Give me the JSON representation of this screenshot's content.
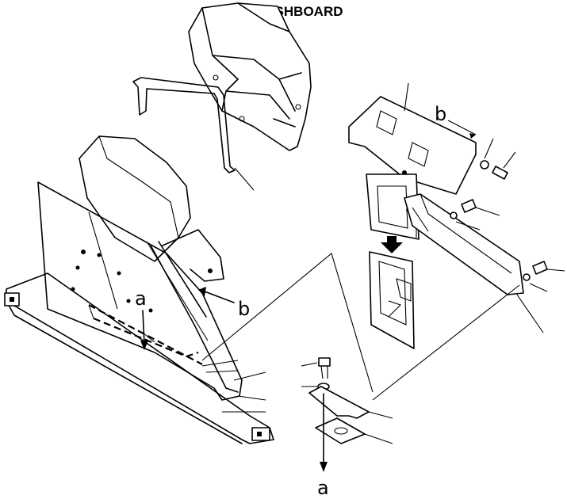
{
  "diagram": {
    "title": "DASHBOARD",
    "callouts": {
      "a_upper": "a",
      "a_lower": "a",
      "b_left": "b",
      "b_right": "b"
    }
  }
}
